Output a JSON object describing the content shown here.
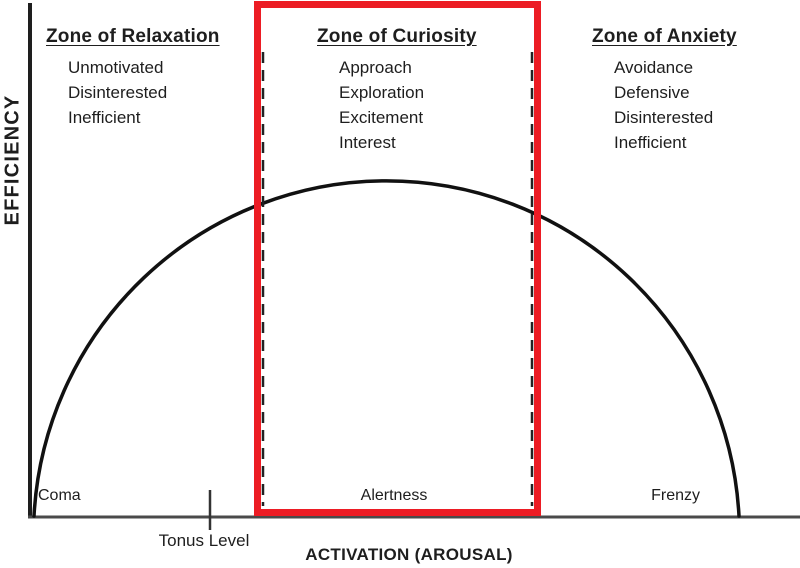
{
  "colors": {
    "highlight_red": "#ec1c24",
    "ink": "#1e1e1e"
  },
  "axes": {
    "y_label": "EFFICIENCY",
    "x_label": "ACTIVATION (AROUSAL)"
  },
  "zones": {
    "relaxation": {
      "title": "Zone of Relaxation",
      "items": [
        "Unmotivated",
        "Disinterested",
        "Inefficient"
      ]
    },
    "curiosity": {
      "title": "Zone of Curiosity",
      "items": [
        "Approach",
        "Exploration",
        "Excitement",
        "Interest"
      ],
      "highlighted": true
    },
    "anxiety": {
      "title": "Zone of Anxiety",
      "items": [
        "Avoidance",
        "Defensive",
        "Disinterested",
        "Inefficient"
      ]
    }
  },
  "markers": {
    "coma": "Coma",
    "tonus_level": "Tonus Level",
    "alertness": "Alertness",
    "frenzy": "Frenzy"
  }
}
